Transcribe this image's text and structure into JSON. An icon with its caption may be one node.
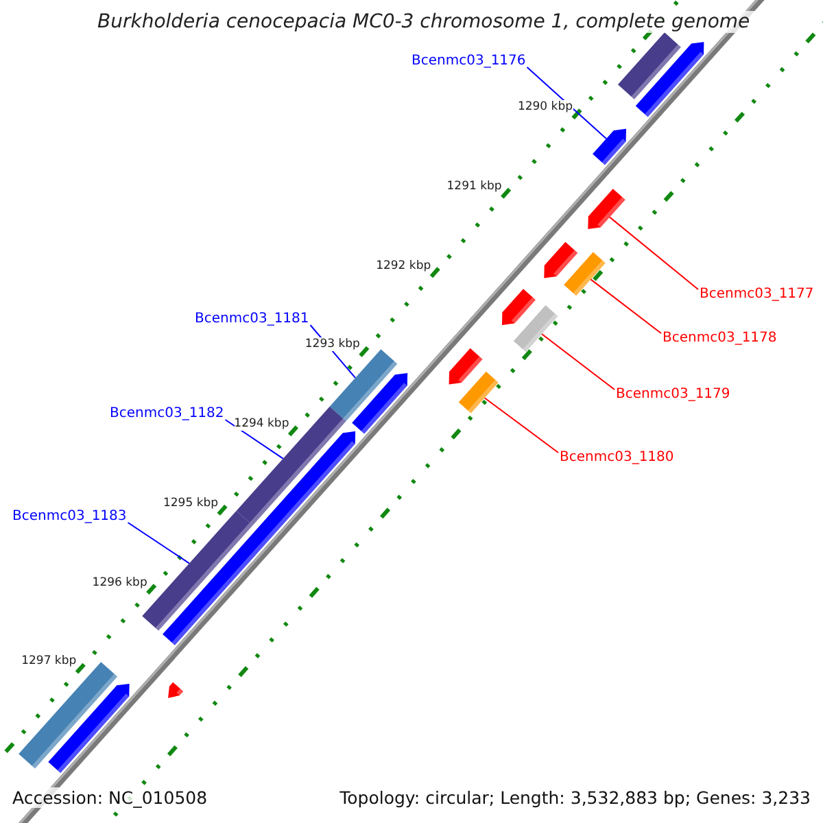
{
  "diagram": {
    "title": "Burkholderia cenocepacia MC0-3 chromosome 1, complete genome",
    "nodes": [
      {
        "text": [
          "Bcenmc03_1176"
        ]
      },
      {
        "text": [],
        "shape": "bar"
      },
      {
        "text": [
          "Bcenmc03_1177"
        ]
      },
      {
        "text": [],
        "shape": "bar"
      },
      {
        "text": [
          "Bcenmc03_1178"
        ]
      },
      {
        "text": [],
        "shape": "bar"
      },
      {
        "text": [
          "Bcenmc03_1181"
        ]
      },
      {
        "text": [],
        "shape": "bar"
      },
      {
        "text": [
          "Bcenmc03_1179"
        ]
      },
      {
        "text": [],
        "shape": "bar"
      },
      {
        "text": [
          "Bcenmc03_1182"
        ]
      },
      {
        "text": [],
        "shape": "bar"
      },
      {
        "text": [
          "Bcenmc03_1180"
        ]
      },
      {
        "text": [],
        "shape": "bar"
      },
      {
        "text": [
          "Bcenmc03_1183"
        ]
      },
      {
        "text": [],
        "shape": "bar"
      },
      {
        "text": [],
        "shape": "bar"
      },
      {
        "text": [],
        "shape": "bar"
      },
      {
        "text": [],
        "shape": "bar"
      },
      {
        "text": [],
        "shape": "bar"
      },
      {
        "text": [],
        "shape": "bar"
      },
      {
        "text": [],
        "shape": "bar"
      },
      {
        "text": [],
        "shape": "bar"
      },
      {
        "text": [],
        "shape": "bar"
      },
      {
        "text": [],
        "shape": "bar"
      },
      {
        "text": [],
        "shape": "bar"
      }
    ],
    "edges": [
      {
        "from": 0,
        "to": 1,
        "arrow": "none",
        "color": "#0000ff"
      },
      {
        "from": 2,
        "to": 3,
        "arrow": "none",
        "color": "#ff0000"
      },
      {
        "from": 4,
        "to": 5,
        "arrow": "none",
        "color": "#ff0000"
      },
      {
        "from": 6,
        "to": 7,
        "arrow": "none",
        "color": "#0000ff"
      },
      {
        "from": 8,
        "to": 9,
        "arrow": "none",
        "color": "#ff0000"
      },
      {
        "from": 10,
        "to": 11,
        "arrow": "none",
        "color": "#0000ff"
      },
      {
        "from": 12,
        "to": 13,
        "arrow": "none",
        "color": "#ff0000"
      },
      {
        "from": 14,
        "to": 15,
        "arrow": "none",
        "color": "#0000ff"
      }
    ],
    "labels": [
      "1290 kbp",
      "1291 kbp",
      "1292 kbp",
      "1293 kbp",
      "1294 kbp",
      "1295 kbp",
      "1296 kbp",
      "1297 kbp",
      "Accession: NC_010508",
      "Topology: circular; Length: 3,532,883 bp; Genes: 3,233"
    ]
  }
}
